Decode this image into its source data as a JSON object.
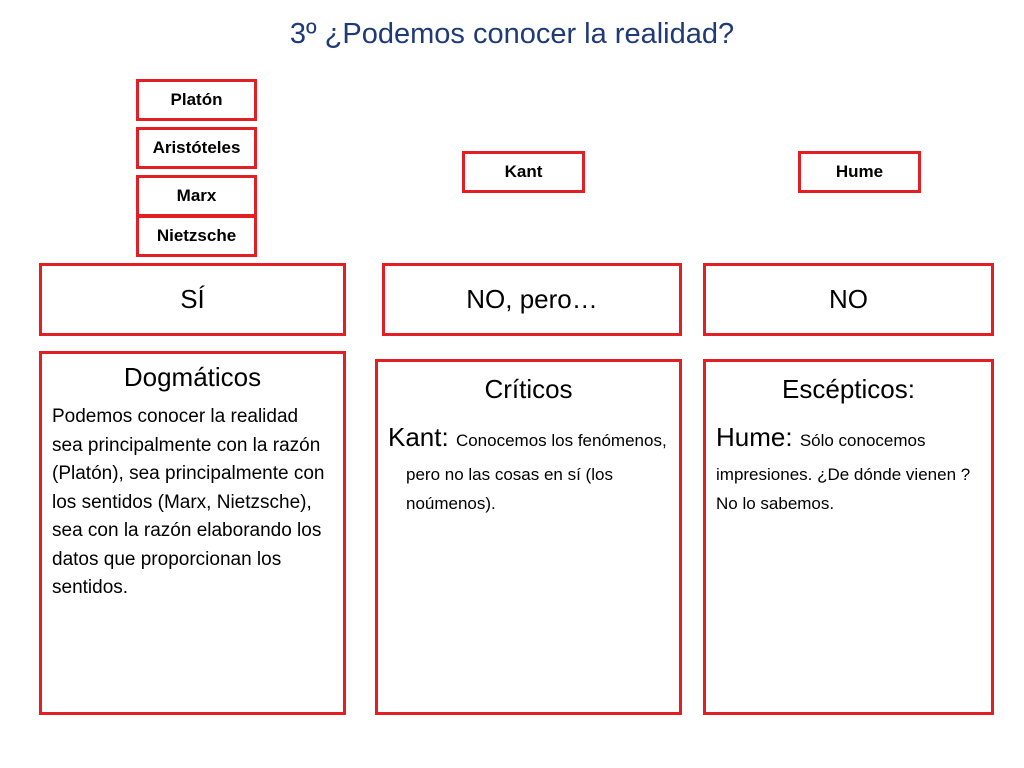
{
  "title": "3º ¿Podemos conocer la realidad?",
  "colors": {
    "border": "#e31e24",
    "title": "#1f3a78"
  },
  "philosophers": {
    "platon": "Platón",
    "aristoteles": "Aristóteles",
    "marx": "Marx",
    "nietzsche": "Nietzsche",
    "kant": "Kant",
    "hume": "Hume"
  },
  "answers": {
    "si": "SÍ",
    "no_pero": "NO, pero…",
    "no": "NO"
  },
  "dogmaticos": {
    "heading": "Dogmáticos",
    "text": "Podemos conocer la realidad sea principalmente con la razón (Platón), sea principalmente  con los sentidos (Marx, Nietzsche), sea con la razón  elaborando los datos que proporcionan los sentidos."
  },
  "criticos": {
    "heading": "Críticos",
    "lead": "Kant: ",
    "text": "Conocemos los fenómenos, pero no  las cosas en sí (los noúmenos)."
  },
  "escepticos": {
    "heading": "Escépticos:",
    "lead": "Hume: ",
    "text": "Sólo conocemos impresiones. ¿De dónde vienen ? No lo sabemos."
  }
}
